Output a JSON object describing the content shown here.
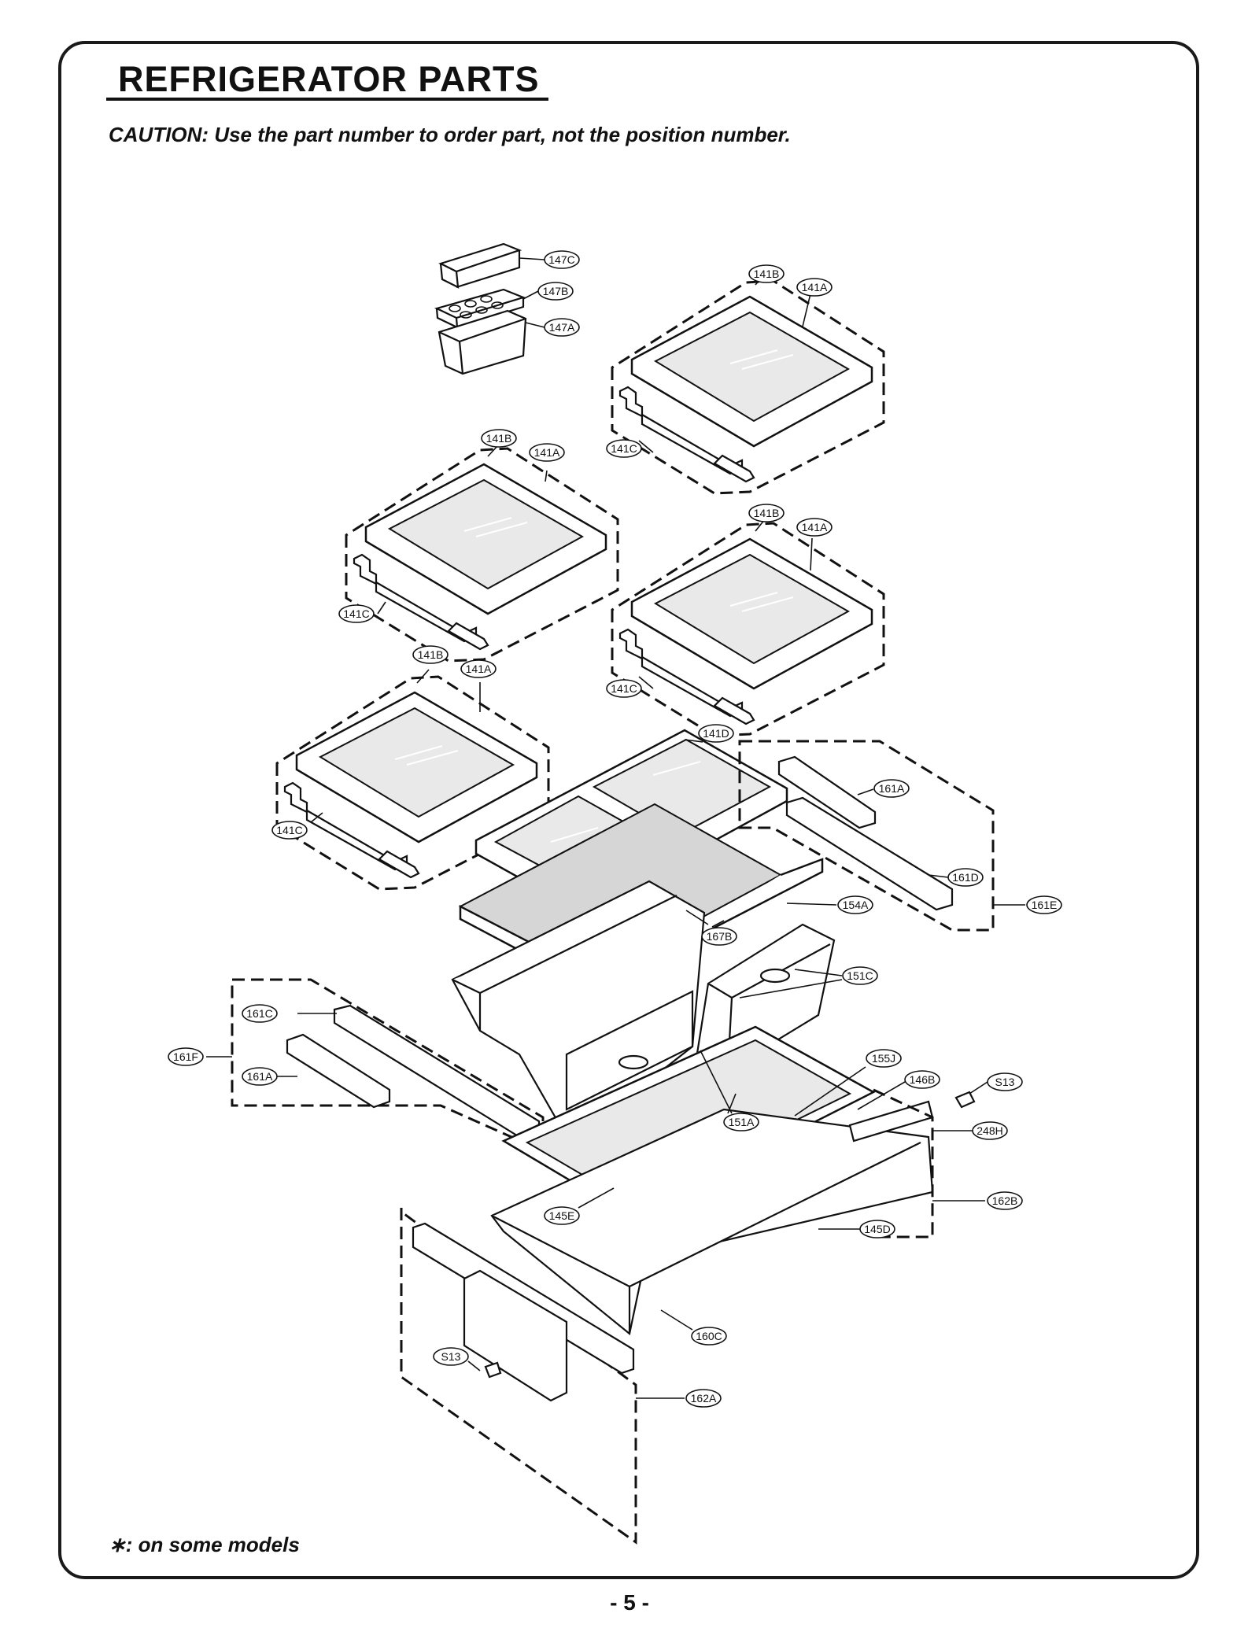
{
  "page": {
    "title": "REFRIGERATOR PARTS",
    "caution": "CAUTION: Use the part number to order part, not the position number.",
    "footnote": "∗: on some models",
    "page_number": "- 5 -"
  },
  "part_labels": {
    "egg_tray_lid": "147C",
    "egg_tray_insert": "147B",
    "egg_tray_case": "147A",
    "shelf_glass": "141B",
    "shelf_assembly": "141A",
    "shelf_bracket": "141C",
    "crisper_cover_glass": "141D",
    "slide_rail_cover_right": "161A",
    "slide_rail_right": "161D",
    "rail_assembly_right": "161E",
    "crisper_cover_frame": "154A",
    "crisper_cover_mesh": "167B",
    "crisper_lid_right": "151C",
    "rail_inner_left": "161C",
    "rail_assembly_left": "161F",
    "slide_rail_cover_left": "161A",
    "pantry_glass": "155J",
    "pantry_support": "146B",
    "screw_top": "S13",
    "crisper_drawer": "151A",
    "pantry_bracket": "248H",
    "pantry_shelf_glass": "145E",
    "pantry_assembly_right": "162B",
    "pantry_tray": "145D",
    "pantry_drawer": "160C",
    "screw_bottom": "S13",
    "pantry_front_assembly": "162A"
  }
}
